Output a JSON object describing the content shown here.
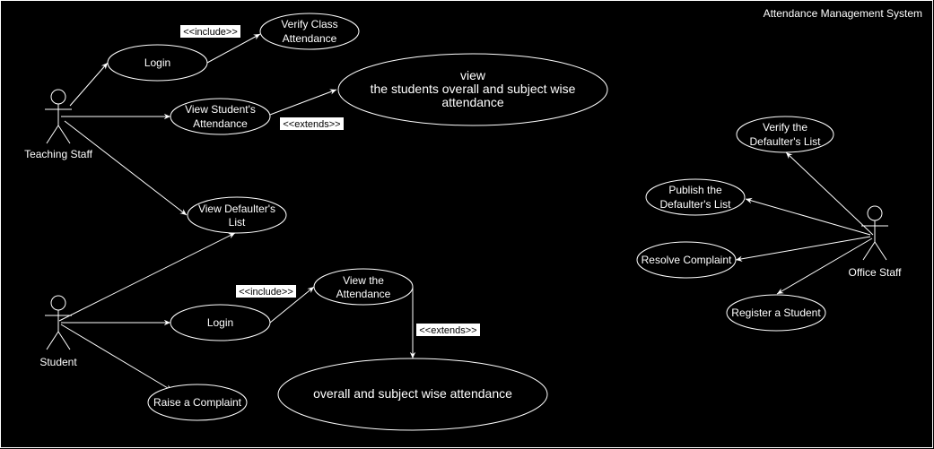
{
  "diagram": {
    "title": "Attendance Management System",
    "actors": {
      "teaching_staff": "Teaching Staff",
      "student": "Student",
      "office_staff": "Office Staff"
    },
    "use_cases": {
      "ts_login": [
        "Login"
      ],
      "verify_class": [
        "Verify Class",
        "Attendance"
      ],
      "view_student_att": [
        "View Student's",
        "Attendance"
      ],
      "view_overall": [
        "view",
        "the students overall and subject wise",
        "attendance"
      ],
      "view_defaulters": [
        "View Defaulter's",
        "List"
      ],
      "st_login": [
        "Login"
      ],
      "view_att": [
        "View the",
        "Attendance"
      ],
      "overall_subject": [
        "overall and subject wise attendance"
      ],
      "raise_complaint": [
        "Raise a Complaint"
      ],
      "verify_defaulters": [
        "Verify the",
        "Defaulter's List"
      ],
      "publish_defaulters": [
        "Publish the",
        "Defaulter's List"
      ],
      "resolve_complaint": [
        "Resolve Complaint"
      ],
      "register_student": [
        "Register a Student"
      ]
    },
    "stereotypes": {
      "include_1": "<<include>>",
      "extends_1": "<<extends>>",
      "include_2": "<<include>>",
      "extends_2": "<<extends>>"
    }
  }
}
